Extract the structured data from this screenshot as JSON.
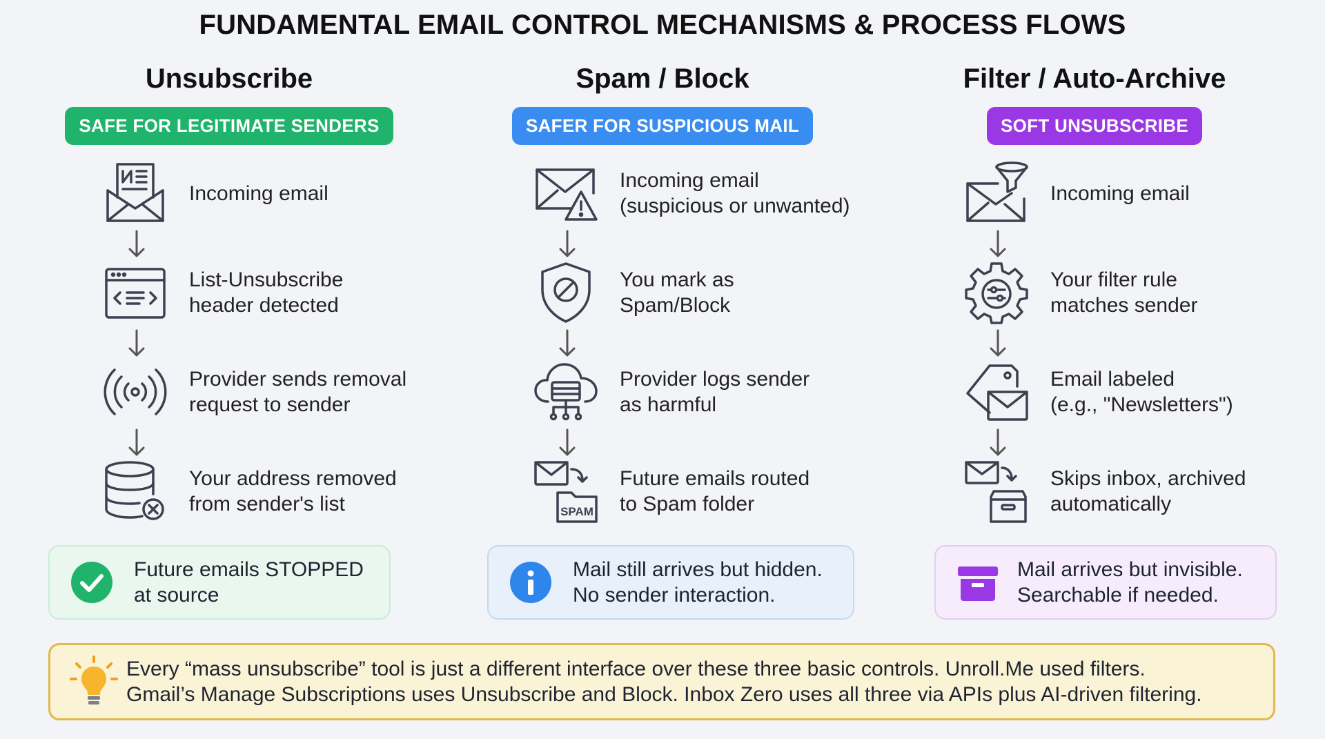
{
  "title": "FUNDAMENTAL EMAIL CONTROL MECHANISMS & PROCESS FLOWS",
  "colors": {
    "green": "#1fb36b",
    "blue": "#3a8df0",
    "purple": "#9b38e6",
    "yellow_border": "#e2b84a",
    "icon_stroke": "#3c4150"
  },
  "columns": [
    {
      "heading": "Unsubscribe",
      "badge": "SAFE FOR LEGITIMATE SENDERS",
      "steps": [
        {
          "icon": "envelope-newsletter-icon",
          "text": "Incoming email"
        },
        {
          "icon": "browser-code-icon",
          "text": "List-Unsubscribe\nheader detected"
        },
        {
          "icon": "broadcast-signal-icon",
          "text": "Provider sends removal\nrequest to sender"
        },
        {
          "icon": "database-remove-icon",
          "text": "Your address removed\nfrom sender's list"
        }
      ],
      "result": {
        "icon": "check-circle-icon",
        "text": "Future emails STOPPED\nat source"
      }
    },
    {
      "heading": "Spam / Block",
      "badge": "SAFER FOR SUSPICIOUS MAIL",
      "steps": [
        {
          "icon": "envelope-warning-icon",
          "text": "Incoming email\n(suspicious or unwanted)"
        },
        {
          "icon": "shield-block-icon",
          "text": "You mark as\nSpam/Block"
        },
        {
          "icon": "cloud-server-icon",
          "text": "Provider logs sender\nas harmful"
        },
        {
          "icon": "spam-folder-icon",
          "text": "Future emails routed\nto Spam folder",
          "label": "SPAM"
        }
      ],
      "result": {
        "icon": "info-circle-icon",
        "text": "Mail still arrives but hidden.\nNo sender interaction."
      }
    },
    {
      "heading": "Filter / Auto-Archive",
      "badge": "SOFT UNSUBSCRIBE",
      "steps": [
        {
          "icon": "envelope-filter-icon",
          "text": "Incoming email"
        },
        {
          "icon": "gear-rule-icon",
          "text": "Your filter rule\nmatches sender"
        },
        {
          "icon": "tag-envelope-icon",
          "text": "Email labeled\n(e.g., \"Newsletters\")"
        },
        {
          "icon": "archive-box-icon",
          "text": "Skips inbox, archived\nautomatically"
        }
      ],
      "result": {
        "icon": "archive-icon",
        "text": "Mail arrives but invisible.\nSearchable if needed."
      }
    }
  ],
  "footer": {
    "icon": "lightbulb-icon",
    "text": "Every “mass unsubscribe” tool is just a different interface over these three basic controls. Unroll.Me used filters.\nGmail’s Manage Subscriptions uses Unsubscribe and Block. Inbox Zero uses all three via APIs plus AI-driven filtering."
  }
}
